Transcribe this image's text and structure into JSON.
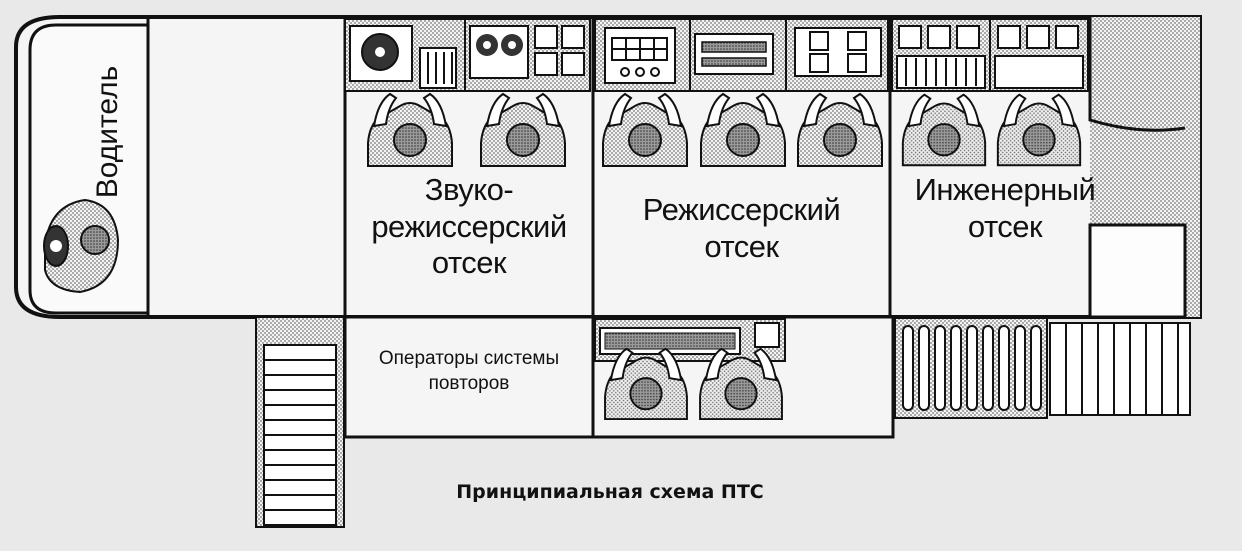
{
  "compartments": {
    "driver": "Водитель",
    "sound": "Звуко-\nрежиссерский\nотсек",
    "director": "Режиссерский\nотсек",
    "engineering": "Инженерный\nотсек",
    "replay": "Операторы системы\nповторов"
  },
  "caption": "Принципиальная схема ПТС",
  "colors": {
    "paper": "#e9e9e9",
    "ink": "#111111",
    "dither": "#8a8a8a"
  }
}
